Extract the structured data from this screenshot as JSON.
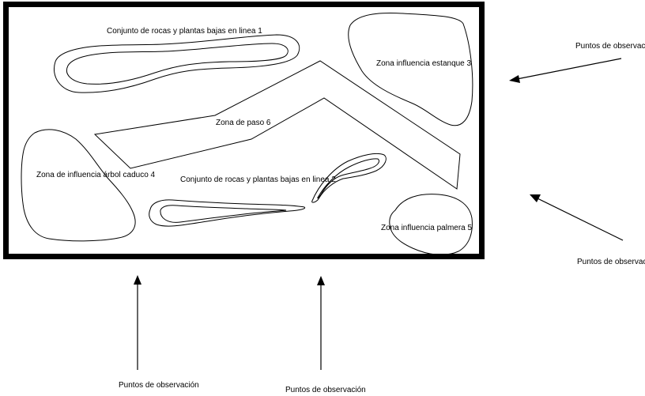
{
  "zones": {
    "rocks_1": "Conjunto de rocas y plantas bajas en linea  1",
    "rocks_2": "Conjunto de rocas y plantas bajas en linea  2",
    "pond_3": "Zona influencia estanque  3",
    "tree_4": "Zona de influencia árbol caduco  4",
    "palm_5": "Zona influencia palmera 5",
    "path_6": "Zona de paso  6"
  },
  "observation_points": {
    "right_top": "Puntos de observación",
    "right_bottom": "Puntos de observación",
    "bottom_left": "Puntos de observación",
    "bottom_center": "Puntos de observación"
  },
  "colors": {
    "stroke": "#000000",
    "background": "#ffffff"
  }
}
